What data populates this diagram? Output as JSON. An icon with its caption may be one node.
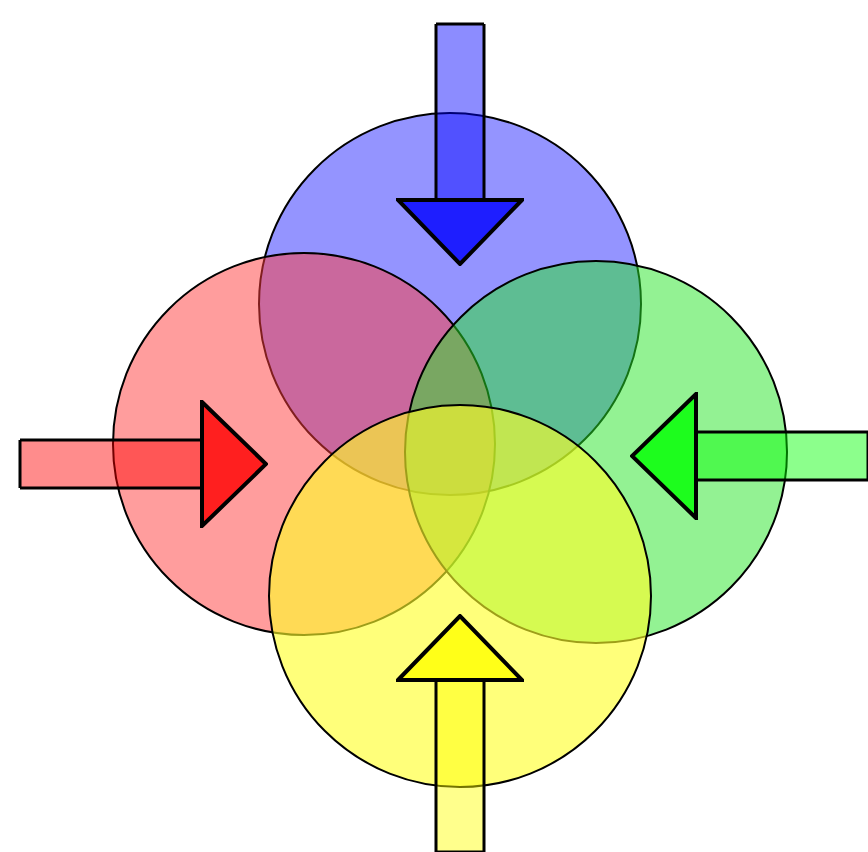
{
  "diagram": {
    "nodes": [
      {
        "text": [],
        "shape": "circle"
      },
      {
        "text": [],
        "shape": "circle"
      },
      {
        "text": [],
        "shape": "circle"
      },
      {
        "text": [],
        "shape": "circle"
      }
    ],
    "edges": [
      {
        "from": null,
        "to": 0,
        "arrow": "to",
        "color": "#0000ff"
      },
      {
        "from": null,
        "to": 1,
        "arrow": "to",
        "color": "#ff0000"
      },
      {
        "from": null,
        "to": 2,
        "arrow": "to",
        "color": "#00ff00"
      },
      {
        "from": null,
        "to": 3,
        "arrow": "to",
        "color": "#ffff00"
      }
    ]
  }
}
